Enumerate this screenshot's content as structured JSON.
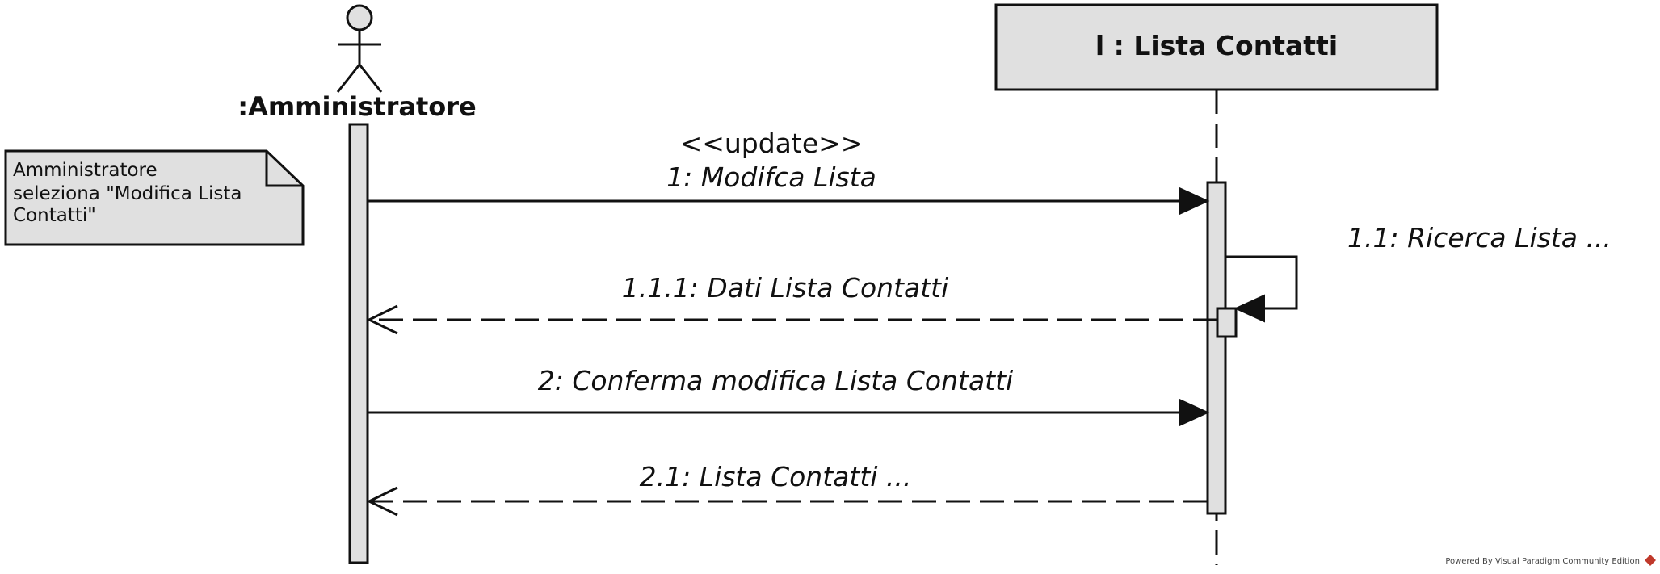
{
  "actor": {
    "name": ":Amministratore"
  },
  "lifeline": {
    "title": "l : Lista Contatti"
  },
  "note": {
    "lines": [
      "Amministratore",
      "seleziona \"Modifica Lista",
      "Contatti\""
    ]
  },
  "messages": {
    "m1_stereotype": "<<update>>",
    "m1": "1: Modifca Lista",
    "m11": "1.1: Ricerca Lista ...",
    "m111": "1.1.1: Dati Lista Contatti",
    "m2": "2: Conferma modifica Lista Contatti",
    "m21": "2.1: Lista Contatti ..."
  },
  "footer": {
    "text": "Powered By Visual Paradigm Community Edition"
  },
  "colors": {
    "fill": "#e0e0e0",
    "stroke": "#111111",
    "brand": "#c0392b"
  }
}
